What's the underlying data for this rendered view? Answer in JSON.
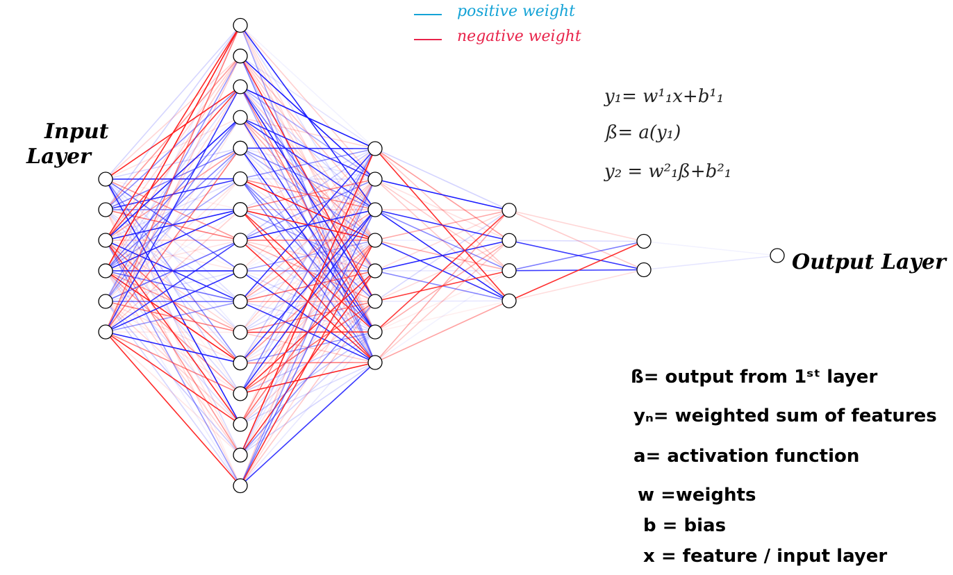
{
  "legend": {
    "positive": {
      "label": "positive weight",
      "color": "#14a3d6"
    },
    "negative": {
      "label": "negative weight",
      "color": "#e8234a"
    }
  },
  "labels": {
    "input_line1": "Input",
    "input_line2": "Layer",
    "output": "Output Layer"
  },
  "equations": {
    "eq1": "y₁= w¹₁x+b¹₁",
    "eq2": "ß= a(y₁)",
    "eq3": "y₂ = w²₁ß+b²₁"
  },
  "definitions": {
    "d1": "ß= output from 1ˢᵗ layer",
    "d2": "yₙ= weighted sum of features",
    "d3": "a= activation function",
    "d4": "w =weights",
    "d5": "b = bias",
    "d6": "x = feature / input layer"
  },
  "network": {
    "layer_sizes": [
      6,
      16,
      8,
      4,
      2,
      1
    ],
    "edge_colors": {
      "positive": "#1a1aff",
      "negative": "#ff1a1a"
    },
    "node_stroke": "#000000",
    "node_fill": "#ffffff"
  }
}
